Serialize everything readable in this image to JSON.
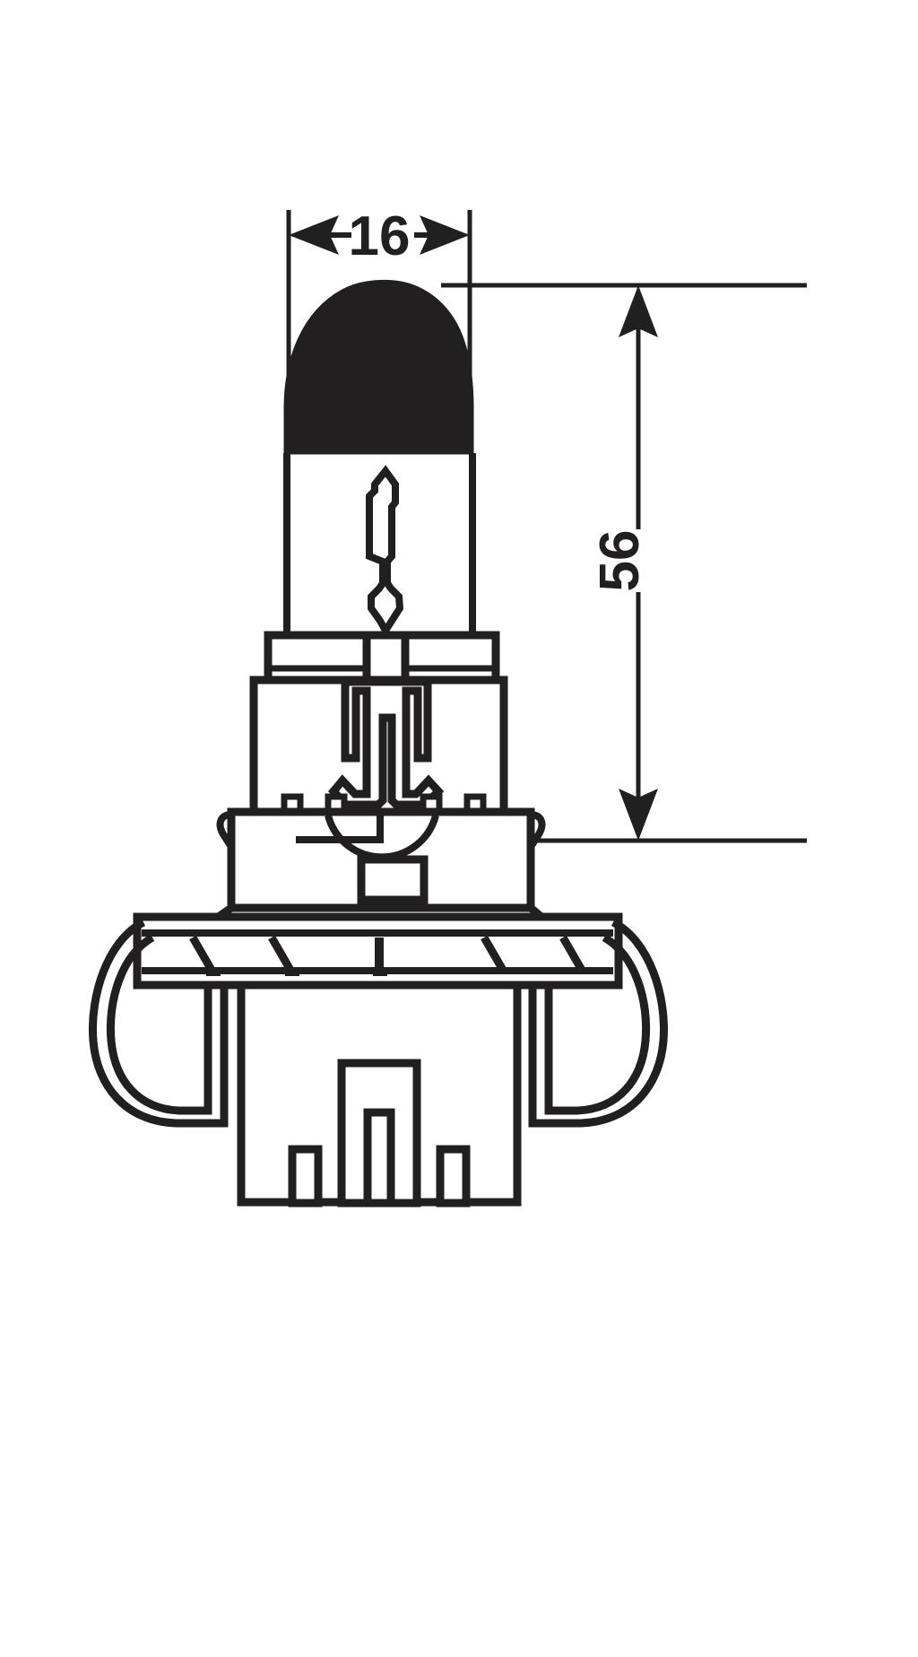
{
  "document": {
    "type": "technical-drawing",
    "subject": "automotive halogen bulb outline drawing",
    "background_color": "#ffffff",
    "line_color": "#211f1f"
  },
  "dimensions": {
    "width": {
      "label": "16",
      "orientation": "horizontal",
      "arrow_style": "double-arrow",
      "unit_implied": "mm"
    },
    "height": {
      "label": "56",
      "orientation": "vertical",
      "arrow_style": "double-arrow",
      "unit_implied": "mm"
    }
  },
  "parts": {
    "tip_cap": "black-coated-bulb-tip",
    "glass_envelope": "quartz-glass-tube",
    "filament": "filament-coil",
    "insulator_collar": "ceramic-collar",
    "body": "plastic-body",
    "flange": "mounting-flange",
    "retaining_wires": "spring-retaining-wires",
    "connector_base": "connector-base",
    "terminals": "blade-terminals"
  }
}
